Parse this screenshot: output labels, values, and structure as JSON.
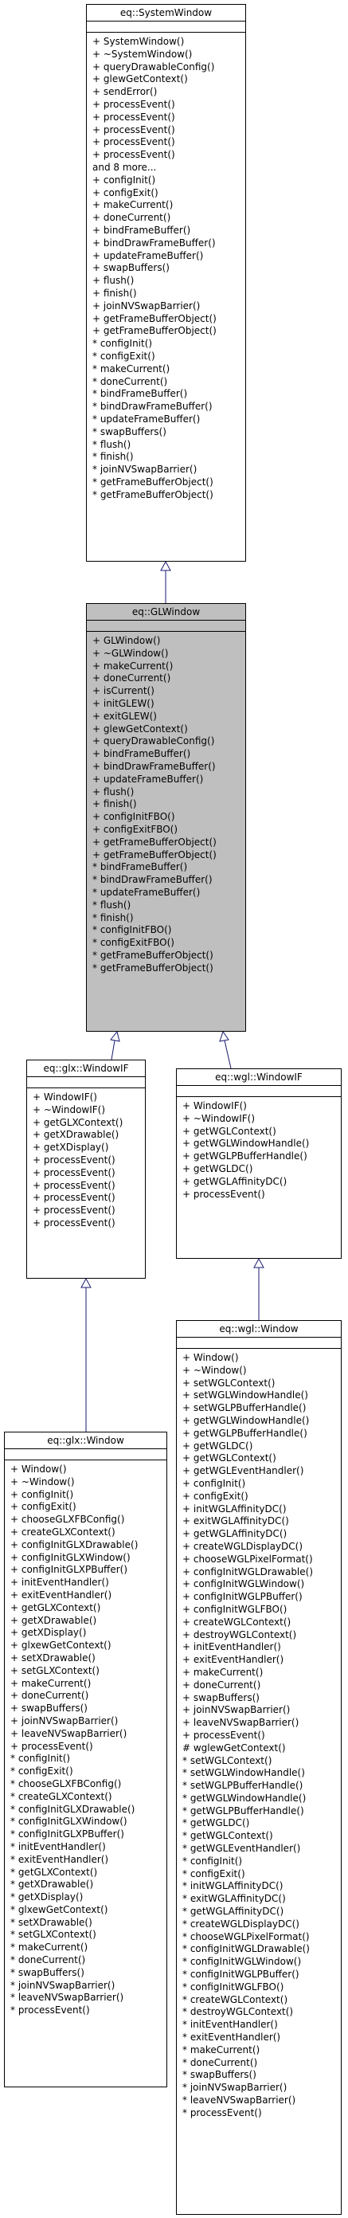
{
  "classes": {
    "system_window": {
      "name": "eq::SystemWindow",
      "members": [
        "+ SystemWindow()",
        "+ ~SystemWindow()",
        "+ queryDrawableConfig()",
        "+ glewGetContext()",
        "+ sendError()",
        "+ processEvent()",
        "+ processEvent()",
        "+ processEvent()",
        "+ processEvent()",
        "+ processEvent()",
        "and 8 more...",
        "+ configInit()",
        "+ configExit()",
        "+ makeCurrent()",
        "+ doneCurrent()",
        "+ bindFrameBuffer()",
        "+ bindDrawFrameBuffer()",
        "+ updateFrameBuffer()",
        "+ swapBuffers()",
        "+ flush()",
        "+ finish()",
        "+ joinNVSwapBarrier()",
        "+ getFrameBufferObject()",
        "+ getFrameBufferObject()",
        "* configInit()",
        "* configExit()",
        "* makeCurrent()",
        "* doneCurrent()",
        "* bindFrameBuffer()",
        "* bindDrawFrameBuffer()",
        "* updateFrameBuffer()",
        "* swapBuffers()",
        "* flush()",
        "* finish()",
        "* joinNVSwapBarrier()",
        "* getFrameBufferObject()",
        "* getFrameBufferObject()"
      ]
    },
    "gl_window": {
      "name": "eq::GLWindow",
      "members": [
        "+ GLWindow()",
        "+ ~GLWindow()",
        "+ makeCurrent()",
        "+ doneCurrent()",
        "+ isCurrent()",
        "+ initGLEW()",
        "+ exitGLEW()",
        "+ glewGetContext()",
        "+ queryDrawableConfig()",
        "+ bindFrameBuffer()",
        "+ bindDrawFrameBuffer()",
        "+ updateFrameBuffer()",
        "+ flush()",
        "+ finish()",
        "+ configInitFBO()",
        "+ configExitFBO()",
        "+ getFrameBufferObject()",
        "+ getFrameBufferObject()",
        "* bindFrameBuffer()",
        "* bindDrawFrameBuffer()",
        "* updateFrameBuffer()",
        "* flush()",
        "* finish()",
        "* configInitFBO()",
        "* configExitFBO()",
        "* getFrameBufferObject()",
        "* getFrameBufferObject()"
      ]
    },
    "glx_window_if": {
      "name": "eq::glx::WindowIF",
      "members": [
        "+ WindowIF()",
        "+ ~WindowIF()",
        "+ getGLXContext()",
        "+ getXDrawable()",
        "+ getXDisplay()",
        "+ processEvent()",
        "+ processEvent()",
        "+ processEvent()",
        "+ processEvent()",
        "+ processEvent()",
        "+ processEvent()"
      ]
    },
    "wgl_window_if": {
      "name": "eq::wgl::WindowIF",
      "members": [
        "+ WindowIF()",
        "+ ~WindowIF()",
        "+ getWGLContext()",
        "+ getWGLWindowHandle()",
        "+ getWGLPBufferHandle()",
        "+ getWGLDC()",
        "+ getWGLAffinityDC()",
        "+ processEvent()"
      ]
    },
    "glx_window": {
      "name": "eq::glx::Window",
      "members": [
        "+ Window()",
        "+ ~Window()",
        "+ configInit()",
        "+ configExit()",
        "+ chooseGLXFBConfig()",
        "+ createGLXContext()",
        "+ configInitGLXDrawable()",
        "+ configInitGLXWindow()",
        "+ configInitGLXPBuffer()",
        "+ initEventHandler()",
        "+ exitEventHandler()",
        "+ getGLXContext()",
        "+ getXDrawable()",
        "+ getXDisplay()",
        "+ glxewGetContext()",
        "+ setXDrawable()",
        "+ setGLXContext()",
        "+ makeCurrent()",
        "+ doneCurrent()",
        "+ swapBuffers()",
        "+ joinNVSwapBarrier()",
        "+ leaveNVSwapBarrier()",
        "+ processEvent()",
        "* configInit()",
        "* configExit()",
        "* chooseGLXFBConfig()",
        "* createGLXContext()",
        "* configInitGLXDrawable()",
        "* configInitGLXWindow()",
        "* configInitGLXPBuffer()",
        "* initEventHandler()",
        "* exitEventHandler()",
        "* getGLXContext()",
        "* getXDrawable()",
        "* getXDisplay()",
        "* glxewGetContext()",
        "* setXDrawable()",
        "* setGLXContext()",
        "* makeCurrent()",
        "* doneCurrent()",
        "* swapBuffers()",
        "* joinNVSwapBarrier()",
        "* leaveNVSwapBarrier()",
        "* processEvent()"
      ]
    },
    "wgl_window": {
      "name": "eq::wgl::Window",
      "members": [
        "+ Window()",
        "+ ~Window()",
        "+ setWGLContext()",
        "+ setWGLWindowHandle()",
        "+ setWGLPBufferHandle()",
        "+ getWGLWindowHandle()",
        "+ getWGLPBufferHandle()",
        "+ getWGLDC()",
        "+ getWGLContext()",
        "+ getWGLEventHandler()",
        "+ configInit()",
        "+ configExit()",
        "+ initWGLAffinityDC()",
        "+ exitWGLAffinityDC()",
        "+ getWGLAffinityDC()",
        "+ createWGLDisplayDC()",
        "+ chooseWGLPixelFormat()",
        "+ configInitWGLDrawable()",
        "+ configInitWGLWindow()",
        "+ configInitWGLPBuffer()",
        "+ configInitWGLFBO()",
        "+ createWGLContext()",
        "+ destroyWGLContext()",
        "+ initEventHandler()",
        "+ exitEventHandler()",
        "+ makeCurrent()",
        "+ doneCurrent()",
        "+ swapBuffers()",
        "+ joinNVSwapBarrier()",
        "+ leaveNVSwapBarrier()",
        "+ processEvent()",
        "# wglewGetContext()",
        "* setWGLContext()",
        "* setWGLWindowHandle()",
        "* setWGLPBufferHandle()",
        "* getWGLWindowHandle()",
        "* getWGLPBufferHandle()",
        "* getWGLDC()",
        "* getWGLContext()",
        "* getWGLEventHandler()",
        "* configInit()",
        "* configExit()",
        "* initWGLAffinityDC()",
        "* exitWGLAffinityDC()",
        "* getWGLAffinityDC()",
        "* createWGLDisplayDC()",
        "* chooseWGLPixelFormat()",
        "* configInitWGLDrawable()",
        "* configInitWGLWindow()",
        "* configInitWGLPBuffer()",
        "* configInitWGLFBO()",
        "* createWGLContext()",
        "* destroyWGLContext()",
        "* initEventHandler()",
        "* exitEventHandler()",
        "* makeCurrent()",
        "* doneCurrent()",
        "* swapBuffers()",
        "* joinNVSwapBarrier()",
        "* leaveNVSwapBarrier()",
        "* processEvent()"
      ]
    }
  },
  "colors": {
    "edge": "#191970",
    "highlight_fill": "#bfbfbf",
    "box_fill": "#ffffff"
  }
}
